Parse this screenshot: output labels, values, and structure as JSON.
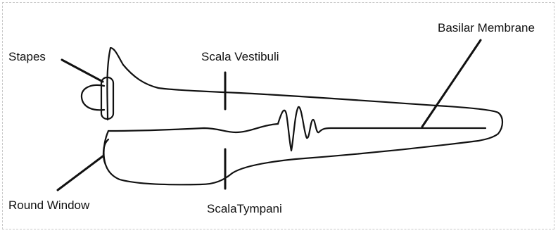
{
  "diagram": {
    "labels": {
      "stapes": "Stapes",
      "round_window": "Round Window",
      "scala_vestibuli": "Scala Vestibuli",
      "scala_tympani": "ScalaTympani",
      "basilar_membrane": "Basilar Membrane"
    }
  }
}
